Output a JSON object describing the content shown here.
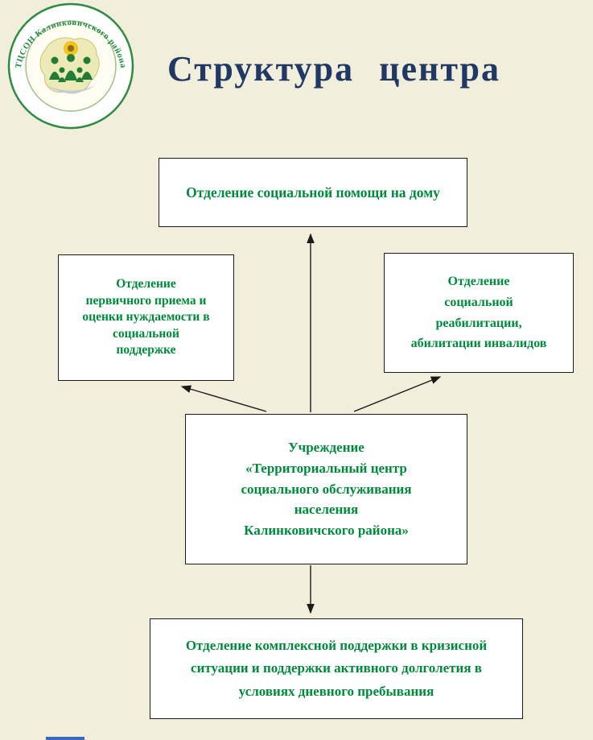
{
  "page": {
    "title": "Структура центра"
  },
  "logo": {
    "arc_text": "ТЦСОН Калинковичского района"
  },
  "colors": {
    "background": "#f2eedc",
    "title_text": "#1f3864",
    "box_text": "#008a3c",
    "box_border": "#1a1a1a",
    "arrow": "#1a1a1a",
    "logo_green": "#1e8a3e",
    "logo_yellow": "#f3c21c",
    "bottom_strip": "#3a66c4"
  },
  "diagram": {
    "top_box": {
      "label": "Отделение социальной помощи на дому"
    },
    "left_box": {
      "lines": [
        "Отделение",
        "первичного приема и",
        "оценки нуждаемости в",
        "социальной",
        "поддержке"
      ]
    },
    "right_box": {
      "lines": [
        "Отделение",
        "социальной",
        "реабилитации,",
        "абилитации инвалидов"
      ]
    },
    "center_box": {
      "lines": [
        "Учреждение",
        "«Территориальный центр",
        "социального обслуживания",
        "населения",
        "Калинковичского района»"
      ]
    },
    "bottom_box": {
      "lines": [
        "Отделение комплексной поддержки в кризисной",
        "ситуации и поддержки активного долголетия в",
        "условиях дневного пребывания"
      ]
    }
  }
}
